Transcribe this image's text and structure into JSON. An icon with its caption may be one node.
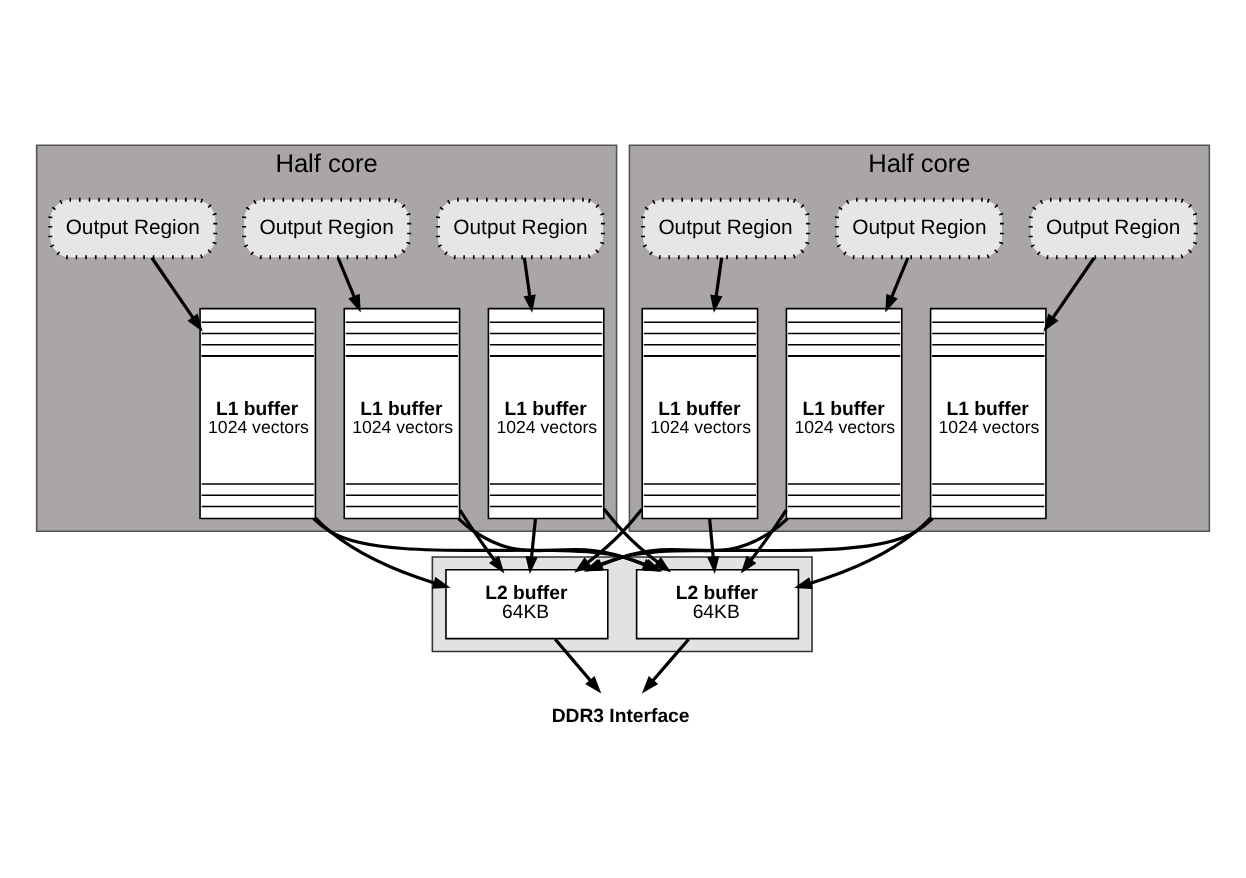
{
  "diagram": {
    "nodes": [
      {
        "text": [
          "Half core"
        ]
      },
      {
        "text": [
          "Output Region"
        ],
        "in": 0
      },
      {
        "text": [
          "L1 buffer",
          "1024 vectors"
        ],
        "in": 0
      },
      {
        "text": [
          "Output Region"
        ],
        "in": 0
      },
      {
        "text": [
          "L1 buffer",
          "1024 vectors"
        ],
        "in": 0
      },
      {
        "text": [
          "Output Region"
        ],
        "in": 0
      },
      {
        "text": [
          "L1 buffer",
          "1024 vectors"
        ],
        "in": 0
      },
      {
        "text": [
          "Half core"
        ]
      },
      {
        "text": [
          "Output Region"
        ],
        "in": 7
      },
      {
        "text": [
          "L1 buffer",
          "1024 vectors"
        ],
        "in": 7
      },
      {
        "text": [
          "Output Region"
        ],
        "in": 7
      },
      {
        "text": [
          "L1 buffer",
          "1024 vectors"
        ],
        "in": 7
      },
      {
        "text": [
          "Output Region"
        ],
        "in": 7
      },
      {
        "text": [
          "L1 buffer",
          "1024 vectors"
        ],
        "in": 7
      },
      {
        "text": [],
        "shape": "box"
      },
      {
        "text": [
          "L2 buffer",
          "64KB"
        ],
        "in": 14
      },
      {
        "text": [
          "L2 buffer",
          "64KB"
        ],
        "in": 14
      },
      {
        "text": [
          "DDR3 Interface"
        ]
      }
    ],
    "edges": [
      {
        "from": 1,
        "to": 2,
        "arrow": "to"
      },
      {
        "from": 3,
        "to": 4,
        "arrow": "to"
      },
      {
        "from": 5,
        "to": 6,
        "arrow": "to"
      },
      {
        "from": 8,
        "to": 9,
        "arrow": "to"
      },
      {
        "from": 10,
        "to": 11,
        "arrow": "to"
      },
      {
        "from": 12,
        "to": 13,
        "arrow": "to"
      },
      {
        "from": 2,
        "to": 15,
        "arrow": "to"
      },
      {
        "from": 4,
        "to": 15,
        "arrow": "to"
      },
      {
        "from": 6,
        "to": 15,
        "arrow": "to"
      },
      {
        "from": 9,
        "to": 15,
        "arrow": "to"
      },
      {
        "from": 11,
        "to": 15,
        "arrow": "to"
      },
      {
        "from": 13,
        "to": 15,
        "arrow": "to"
      },
      {
        "from": 2,
        "to": 16,
        "arrow": "to"
      },
      {
        "from": 4,
        "to": 16,
        "arrow": "to"
      },
      {
        "from": 6,
        "to": 16,
        "arrow": "to"
      },
      {
        "from": 9,
        "to": 16,
        "arrow": "to"
      },
      {
        "from": 11,
        "to": 16,
        "arrow": "to"
      },
      {
        "from": 13,
        "to": 16,
        "arrow": "to"
      },
      {
        "from": 15,
        "to": 17,
        "arrow": "to"
      },
      {
        "from": 16,
        "to": 17,
        "arrow": "to"
      }
    ]
  }
}
